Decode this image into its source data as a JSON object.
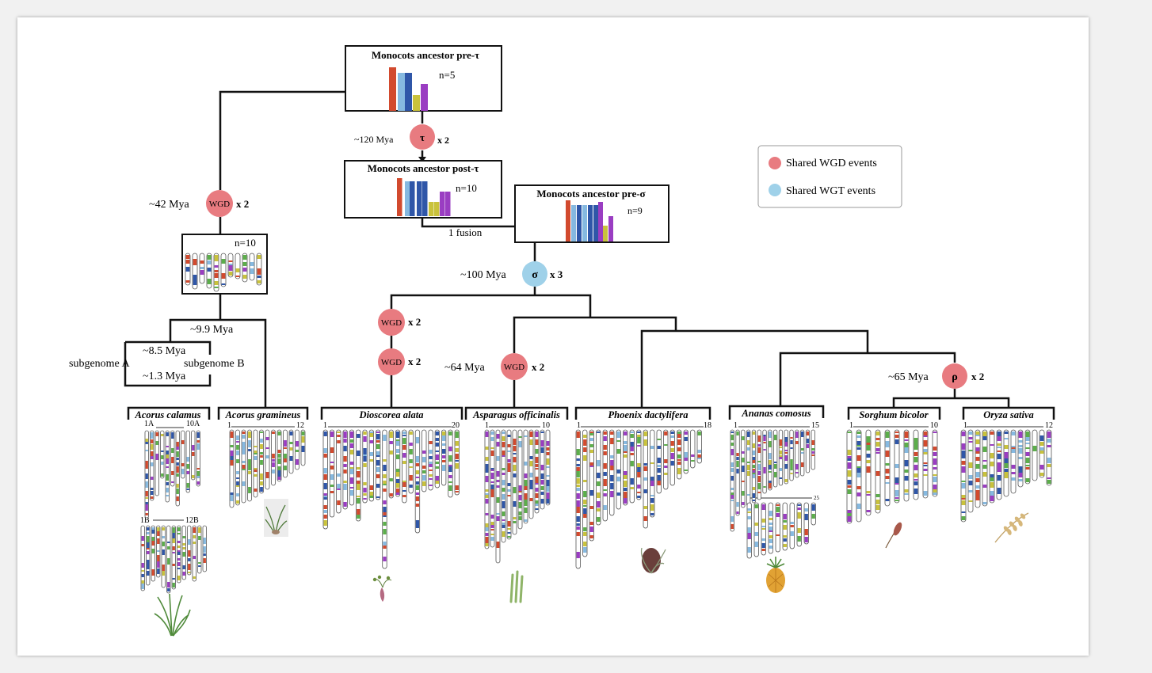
{
  "ancestors": {
    "pre_tau": {
      "title": "Monocots ancestor pre-τ",
      "n": "n=5"
    },
    "post_tau": {
      "title": "Monocots ancestor post-τ",
      "n": "n=10"
    },
    "pre_sigma": {
      "title": "Monocots ancestor pre-σ",
      "n": "n=9"
    },
    "acorus_ancestor": {
      "n": "n=10"
    }
  },
  "events": {
    "tau": {
      "symbol": "τ",
      "mult": "x 2",
      "time": "~120 Mya"
    },
    "sigma": {
      "symbol": "σ",
      "mult": "x 3",
      "time": "~100 Mya"
    },
    "acorus_wgd": {
      "symbol": "WGD",
      "mult": "x 2",
      "time": "~42 Mya"
    },
    "dioscorea_wgd1": {
      "symbol": "WGD",
      "mult": "x 2"
    },
    "dioscorea_wgd2": {
      "symbol": "WGD",
      "mult": "x 2"
    },
    "asparagus_wgd": {
      "symbol": "WGD",
      "mult": "x 2",
      "time": "~64 Mya"
    },
    "rho": {
      "symbol": "ρ",
      "mult": "x 2",
      "time": "~65 Mya"
    }
  },
  "fusion_label": "1 fusion",
  "acorus_split": {
    "time_9_9": "~9.9 Mya",
    "time_8_5": "~8.5 Mya",
    "time_1_3": "~1.3 Mya",
    "subgenome_a": "subgenome A",
    "subgenome_b": "subgenome B"
  },
  "legend": {
    "wgd": "Shared WGD events",
    "wgt": "Shared WGT events",
    "wgd_color": "#e87b80",
    "wgt_color": "#9fd1e9"
  },
  "species": [
    {
      "name": "Acorus calamus",
      "start": "1A",
      "end": "10A",
      "start2": "1B",
      "end2": "12B"
    },
    {
      "name": "Acorus gramineus",
      "start": "1",
      "end": "12"
    },
    {
      "name": "Dioscorea alata",
      "start": "1",
      "end": "20"
    },
    {
      "name": "Asparagus officinalis",
      "start": "1",
      "end": "10"
    },
    {
      "name": "Phoenix dactylifera",
      "start": "1",
      "end": "18"
    },
    {
      "name": "Ananas comosus",
      "start": "1",
      "end": "15",
      "end2": "25"
    },
    {
      "name": "Sorghum bicolor",
      "start": "1",
      "end": "10"
    },
    {
      "name": "Oryza sativa",
      "start": "1",
      "end": "12"
    }
  ],
  "colors": {
    "red": "#d24a2e",
    "blue": "#2f56a8",
    "lightblue": "#86b9e0",
    "olive": "#c9c23c",
    "purple": "#9a3dc2",
    "green": "#5cae4b",
    "wgd_fill": "#e87b80",
    "wgt_fill": "#9fd1e9"
  }
}
